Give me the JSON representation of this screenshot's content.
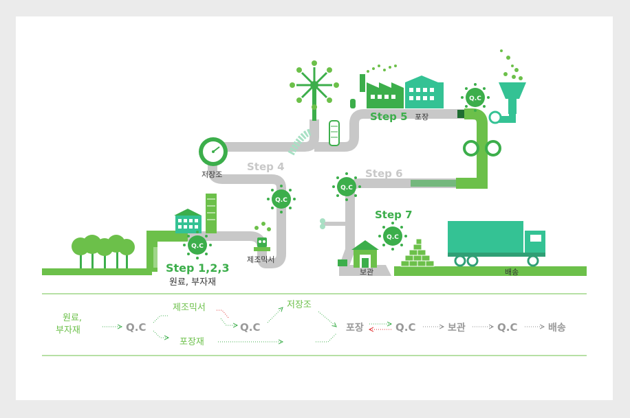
{
  "illustration": {
    "steps": {
      "step123": "Step 1,2,3",
      "step123_sub": "원료, 부자재",
      "step4": "Step 4",
      "step5": "Step 5",
      "step5_sub": "포장",
      "step6": "Step 6",
      "step7": "Step 7"
    },
    "labels": {
      "storage_tank": "저장조",
      "mixer": "제조믹서",
      "warehouse": "보관",
      "delivery": "배송",
      "qc_badge": "Q.C"
    }
  },
  "flow": {
    "raw_materials": [
      "원료,",
      "부자재"
    ],
    "qc": "Q.C",
    "mixer": "제조믹서",
    "packaging_material": "포장재",
    "storage_tank": "저장조",
    "packaging": "포장",
    "storage": "보관",
    "delivery": "배송"
  },
  "colors": {
    "green": "#6cc04a",
    "dark_green": "#3cae4b",
    "teal": "#34c294",
    "gray": "#c8c8c8",
    "flow_gray": "#999999",
    "red": "#e03030"
  }
}
